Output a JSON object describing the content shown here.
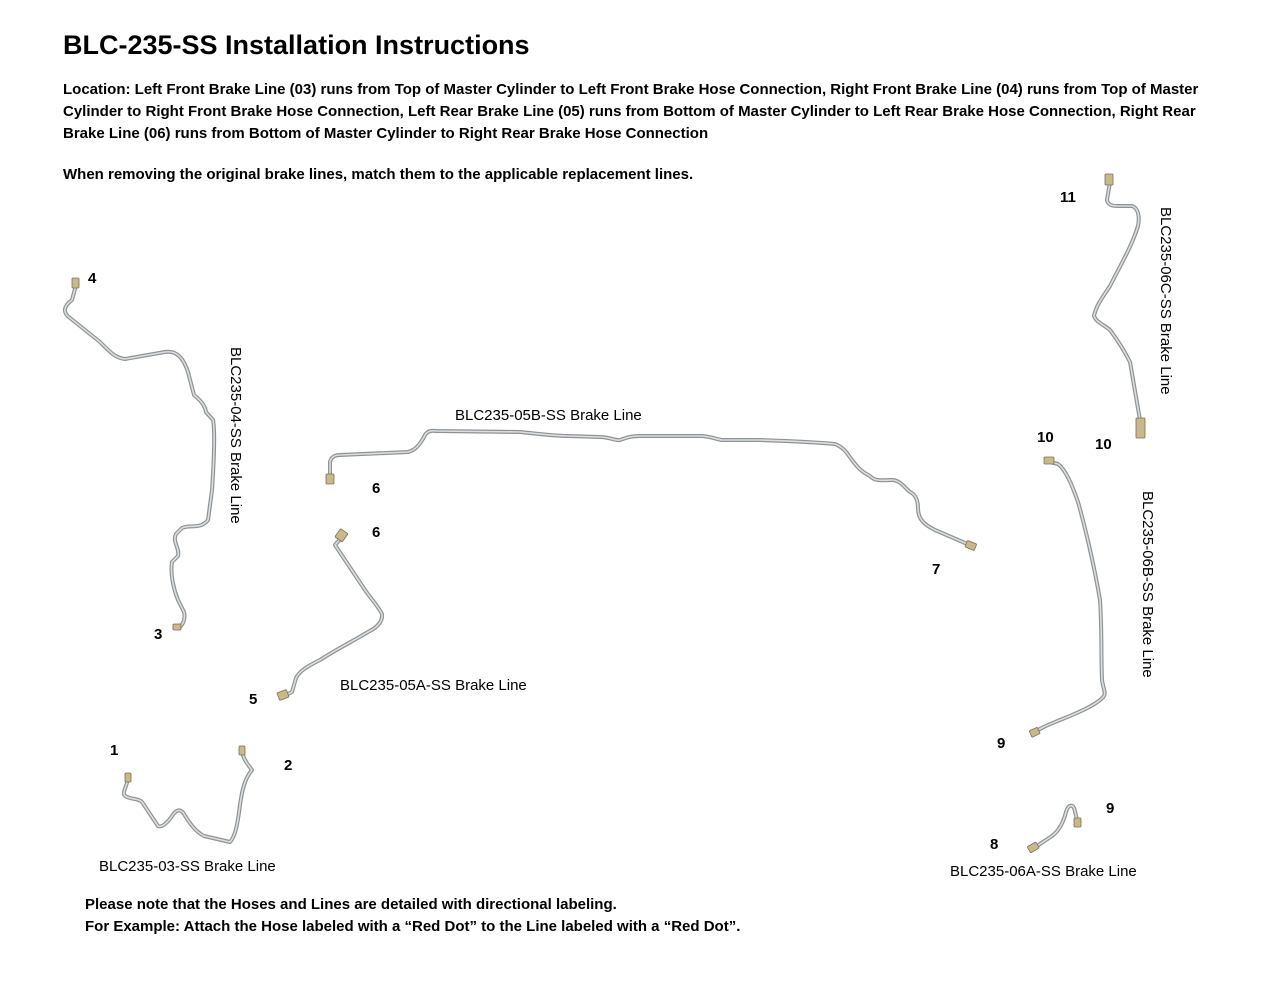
{
  "header": {
    "title": "BLC-235-SS Installation Instructions",
    "location": "Location: Left Front Brake Line (03) runs from Top of Master Cylinder to Left Front Brake Hose Connection, Right Front Brake Line (04) runs from Top of Master Cylinder to Right Front Brake Hose Connection, Left Rear Brake Line (05) runs from Bottom of Master Cylinder to Left Rear Brake Hose Connection, Right Rear Brake Line (06) runs from Bottom of Master Cylinder to Right Rear Brake Hose Connection",
    "intro": "When removing the original brake lines, match them to the applicable replacement lines."
  },
  "lines": {
    "line_04": {
      "label": "BLC235-04-SS Brake Line",
      "end_a": "4",
      "end_b": "3"
    },
    "line_05b": {
      "label": "BLC235-05B-SS Brake Line",
      "end_a": "6",
      "end_b": "7"
    },
    "line_05a": {
      "label": "BLC235-05A-SS Brake Line",
      "end_a": "6",
      "end_b": "5"
    },
    "line_03": {
      "label": "BLC235-03-SS Brake Line",
      "end_a": "1",
      "end_b": "2"
    },
    "line_06c": {
      "label": "BLC235-06C-SS Brake Line",
      "end_a": "11",
      "end_b": "10"
    },
    "line_06b": {
      "label": "BLC235-06B-SS Brake Line",
      "end_a": "10",
      "end_b": "9"
    },
    "line_06a": {
      "label": "BLC235-06A-SS Brake Line",
      "end_a": "8",
      "end_b": "9"
    }
  },
  "footer": {
    "line1": "Please note that the Hoses and Lines are detailed with directional labeling.",
    "line2": "For Example: Attach the Hose labeled with a “Red Dot” to the Line labeled with a “Red Dot”."
  }
}
